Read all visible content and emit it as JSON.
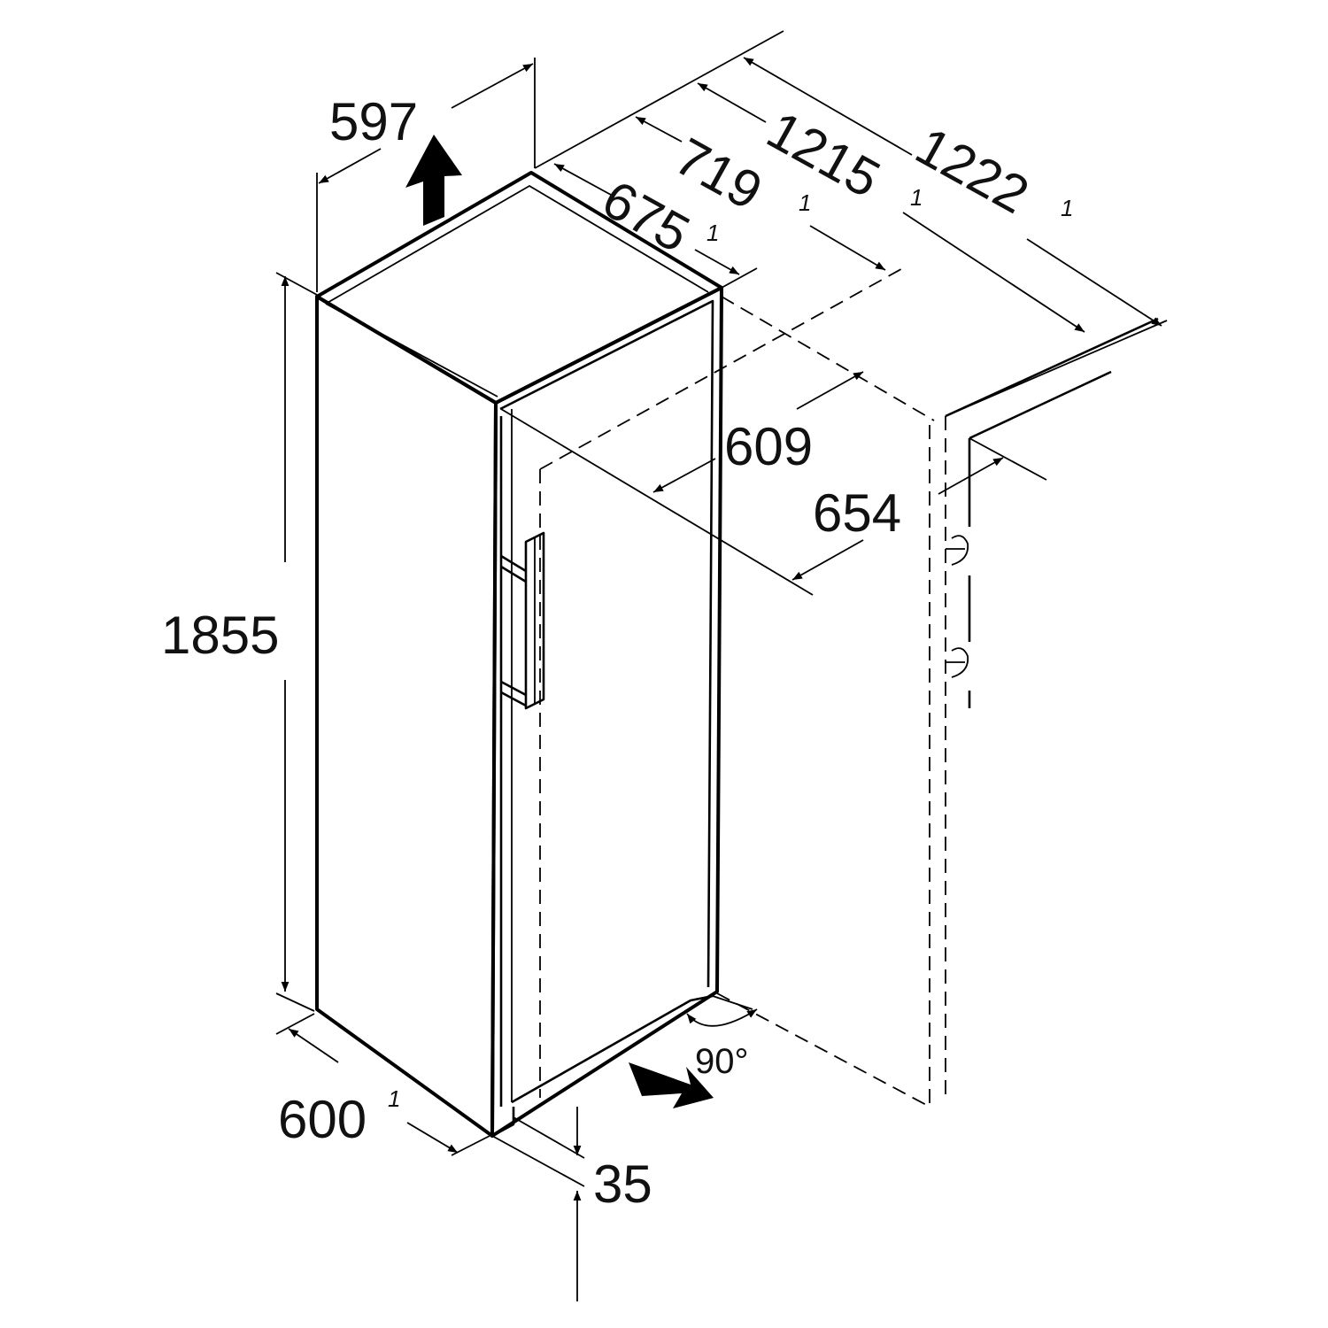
{
  "dimensions": {
    "width_top": "597",
    "depth_with_door_open_max": "1222",
    "depth_with_door_open": "1215",
    "depth_719": "719",
    "depth_675": "675",
    "height": "1855",
    "niche_609": "609",
    "niche_654": "654",
    "width_bottom": "600",
    "plinth_gap": "35",
    "door_angle": "90°"
  },
  "footnote_marker": "1",
  "icons": {
    "air_out": "up-arrow-icon",
    "air_in": "diagonal-arrow-icon"
  }
}
